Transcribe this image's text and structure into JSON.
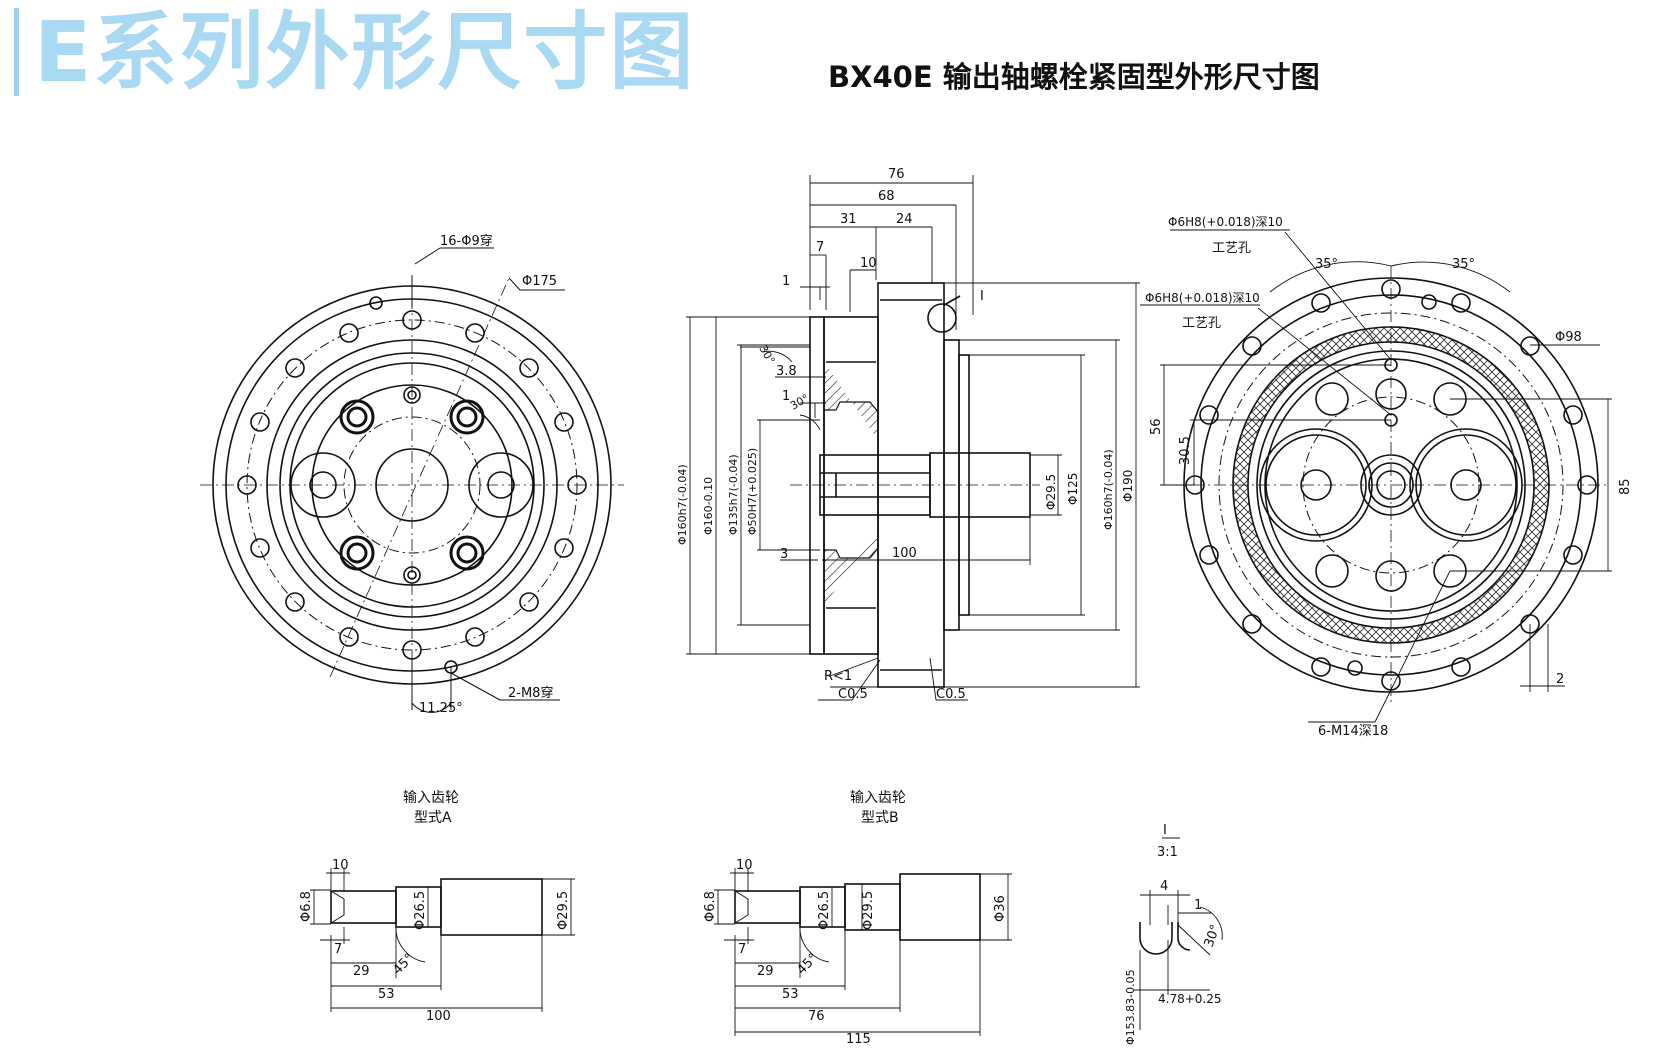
{
  "header": {
    "series_title": "E系列外形尺寸图",
    "drawing_title": "BX40E  输出轴螺栓紧固型外形尺寸图"
  },
  "front_view": {
    "holes_note": "16-Φ9穿",
    "dia_175": "Φ175",
    "angle": "11.25°",
    "tapped_note": "2-M8穿"
  },
  "section_view": {
    "len_76": "76",
    "len_68": "68",
    "len_31": "31",
    "len_24": "24",
    "len_7": "7",
    "len_10": "10",
    "len_1a": "1",
    "len_3_8": "3.8",
    "len_1b": "1",
    "angle_30a": "30°",
    "angle_30b": "30°",
    "detail_mark": "I",
    "len_3": "3",
    "len_100": "100",
    "fillet": "R<1",
    "chamfer_left": "C0.5",
    "chamfer_right": "C0.5",
    "dia_160_h7_left": "Φ160h7(-0.04)",
    "dia_160": "Φ160-0.10",
    "dia_135_h7": "Φ135h7(-0.04)",
    "dia_50_H7": "Φ50H7(+0.025)",
    "dia_29_5": "Φ29.5",
    "dia_125": "Φ125",
    "dia_160_h7_right": "Φ160h7(-0.04)",
    "dia_190": "Φ190"
  },
  "rear_view": {
    "pin_hole_1": "Φ6H8(+0.018)深10",
    "process_hole_1": "工艺孔",
    "pin_hole_2": "Φ6H8(+0.018)深10",
    "process_hole_2": "工艺孔",
    "angle_left": "35°",
    "angle_right": "35°",
    "dia_98": "Φ98",
    "len_56": "56",
    "len_30_5": "30.5",
    "len_85": "85",
    "len_2": "2",
    "tapped_note": "6-M14深18"
  },
  "gear_a": {
    "title": "输入齿轮",
    "type": "型式A",
    "len_10": "10",
    "dia_6_8": "Φ6.8",
    "len_7": "7",
    "dia_26_5": "Φ26.5",
    "dia_29_5": "Φ29.5",
    "len_29": "29",
    "angle": "45°",
    "len_53": "53",
    "len_100": "100"
  },
  "gear_b": {
    "title": "输入齿轮",
    "type": "型式B",
    "len_10": "10",
    "dia_6_8": "Φ6.8",
    "len_7": "7",
    "dia_26_5": "Φ26.5",
    "dia_29_5": "Φ29.5",
    "dia_36": "Φ36",
    "len_29": "29",
    "angle": "45°",
    "len_53": "53",
    "len_76": "76",
    "len_115": "115"
  },
  "detail_i": {
    "label": "I",
    "scale": "3:1",
    "len_4": "4",
    "len_1": "1",
    "angle": "30°",
    "dia_153": "Φ153.83-0.05",
    "len_4_78": "4.78+0.25"
  }
}
